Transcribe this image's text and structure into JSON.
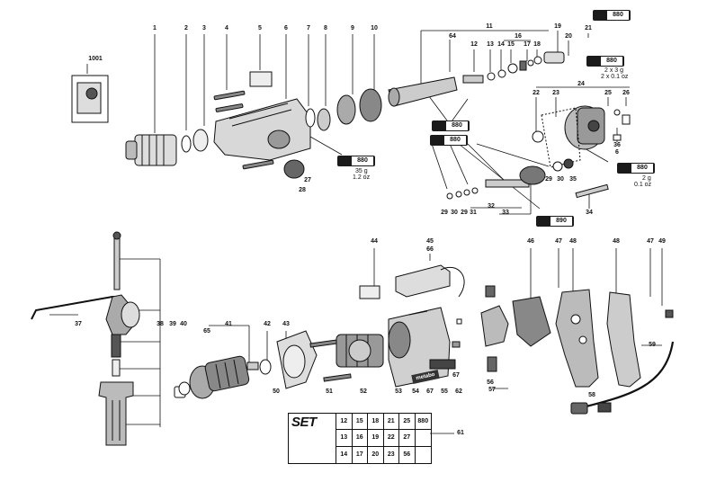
{
  "labels_top": [
    "1",
    "2",
    "3",
    "4",
    "5",
    "6",
    "7",
    "8",
    "9",
    "10",
    "11",
    "12",
    "13",
    "14",
    "15",
    "16",
    "17",
    "18",
    "19",
    "20",
    "21",
    "22",
    "23",
    "24",
    "25",
    "26",
    "27",
    "28",
    "29",
    "30",
    "31",
    "32",
    "33",
    "34",
    "35",
    "36",
    "64",
    "1001"
  ],
  "labels_top_extra": {
    "l29b": "29",
    "l30b": "30",
    "l35b": "35",
    "l6": "6"
  },
  "labels_bottom": [
    "37",
    "38",
    "39",
    "40",
    "41",
    "42",
    "43",
    "44",
    "45",
    "46",
    "47",
    "48",
    "49",
    "50",
    "51",
    "52",
    "53",
    "54",
    "55",
    "56",
    "57",
    "58",
    "59",
    "61",
    "62",
    "65",
    "66",
    "67"
  ],
  "labels_bottom_extra": {
    "l47b": "47",
    "l48b": "48",
    "l67b": "67"
  },
  "grease": {
    "t880": "880",
    "t890": "890",
    "note_35g": "35 g",
    "note_12oz": "1.2 oz",
    "note_2x3g": "2 x 3 g",
    "note_2x01oz": "2 x 0.1 oz",
    "note_2g": "2 g",
    "note_01oz": "0.1 oz"
  },
  "set": {
    "title": "SET",
    "cells": [
      "12",
      "15",
      "18",
      "21",
      "25",
      "880",
      "13",
      "16",
      "19",
      "22",
      "27",
      "",
      "14",
      "17",
      "20",
      "23",
      "56",
      ""
    ],
    "label": "61"
  },
  "brand_plate": "metabo"
}
